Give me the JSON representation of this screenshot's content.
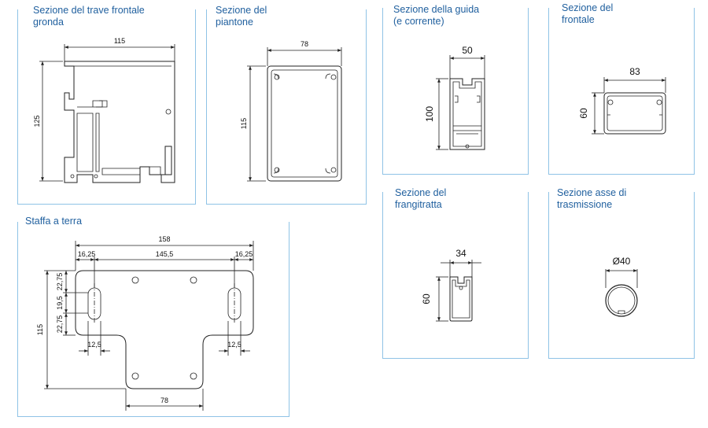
{
  "panels": {
    "trave": {
      "title_line1": "Sezione del trave frontale",
      "title_line2": "gronda",
      "dim_width": "115",
      "dim_height": "125"
    },
    "piantone": {
      "title_line1": "Sezione del",
      "title_line2": "piantone",
      "dim_width": "78",
      "dim_height": "115"
    },
    "guida": {
      "title_line1": "Sezione della guida",
      "title_line2": "(e corrente)",
      "dim_width": "50",
      "dim_height": "100"
    },
    "frontale": {
      "title_line1": "Sezione del",
      "title_line2": "frontale",
      "dim_width": "83",
      "dim_height": "60"
    },
    "staffa": {
      "title": "Staffa a terra",
      "dim_total": "158",
      "dim_left": "16,25",
      "dim_mid": "145,5",
      "dim_right": "16,25",
      "dim_height": "115",
      "dim_v_top": "22,75",
      "dim_v_mid": "19,5",
      "dim_v_bot": "22,75",
      "dim_slot_left": "12,5",
      "dim_slot_right": "12,5",
      "dim_bottom": "78"
    },
    "frangitratta": {
      "title_line1": "Sezione del",
      "title_line2": "frangitratta",
      "dim_width": "34",
      "dim_height": "60"
    },
    "asse": {
      "title_line1": "Sezione asse di",
      "title_line2": "trasmissione",
      "dim_diameter": "Ø40"
    }
  },
  "colors": {
    "border": "#8fc3e6",
    "title": "#1f5f9e",
    "line": "#222222"
  }
}
